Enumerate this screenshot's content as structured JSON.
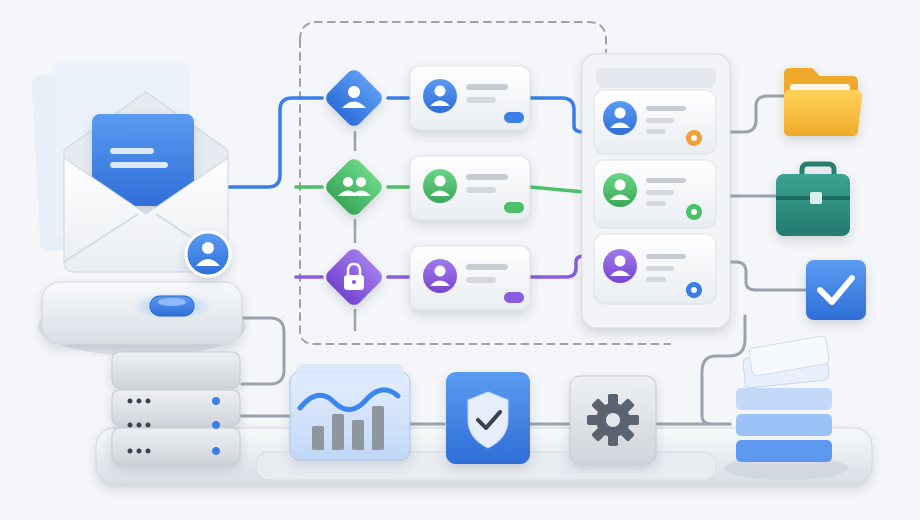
{
  "palette": {
    "background": "#f4f6f9",
    "blue": "#3a7ee6",
    "green": "#4cc06a",
    "purple": "#8a5ce0",
    "orange": "#f0a13a",
    "teal": "#2e8b7f",
    "folder_yellow": "#f7c33a",
    "card_white": "#ffffff",
    "panel_gray": "#e6e9ee",
    "connector": "#9aa3ad"
  },
  "nodes": {
    "email": {
      "icon": "envelope-document-icon",
      "badge_icon": "user-icon"
    },
    "filters": [
      {
        "id": "single-user",
        "color": "blue",
        "icon": "user-icon"
      },
      {
        "id": "group",
        "color": "green",
        "icon": "users-icon"
      },
      {
        "id": "restricted",
        "color": "purple",
        "icon": "lock-icon"
      }
    ],
    "profile_cards": [
      {
        "id": "blue",
        "color": "blue",
        "icon": "user-icon"
      },
      {
        "id": "green",
        "color": "green",
        "icon": "user-icon"
      },
      {
        "id": "purple",
        "color": "purple",
        "icon": "user-icon"
      }
    ],
    "directory_entries": [
      {
        "id": "blue",
        "avatar_color": "blue",
        "status_color": "orange"
      },
      {
        "id": "green",
        "avatar_color": "green",
        "status_color": "green"
      },
      {
        "id": "purple",
        "avatar_color": "purple",
        "status_color": "blue"
      }
    ],
    "outputs": [
      {
        "id": "folder",
        "icon": "folder-icon"
      },
      {
        "id": "briefcase",
        "icon": "briefcase-icon"
      },
      {
        "id": "approved",
        "icon": "check-icon"
      }
    ],
    "pipeline": [
      {
        "id": "server",
        "icon": "server-rack-icon"
      },
      {
        "id": "analytics",
        "icon": "bar-chart-icon"
      },
      {
        "id": "security",
        "icon": "shield-check-icon"
      },
      {
        "id": "settings",
        "icon": "gear-icon"
      },
      {
        "id": "storage",
        "icon": "stacked-layers-icon"
      }
    ]
  }
}
